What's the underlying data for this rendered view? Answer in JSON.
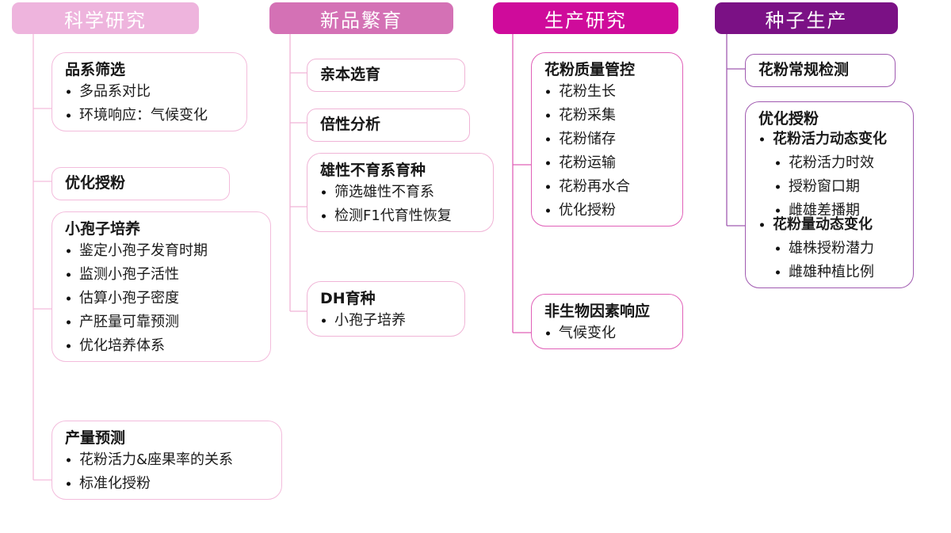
{
  "diagram": {
    "title_chain": "科学研究 → 新品繁育 → 生产研究 → 种子生产",
    "colors": {
      "col1_header_bg": "#eeb4dd",
      "col2_header_bg": "#d471b5",
      "col3_header_bg": "#cf0b9b",
      "col4_header_bg": "#7b1185",
      "col1_border": "#f3bcdc",
      "col2_border": "#f0b4d6",
      "col3_border": "#e060b8",
      "col4_border": "#a05ab0",
      "header_text": "#ffffff",
      "body_text": "#161616",
      "bullet": "#111111"
    }
  },
  "columns": [
    {
      "key": "science_research",
      "header": "科学研究",
      "nodes": [
        {
          "key": "line_screening",
          "title": "品系筛选",
          "items": [
            {
              "text": "多品系对比",
              "bold": false
            },
            {
              "text": "环境响应：气候变化",
              "bold": false
            }
          ]
        },
        {
          "key": "optimize_pollination",
          "title": "优化授粉",
          "items": []
        },
        {
          "key": "microspore_culture",
          "title": "小孢子培养",
          "items": [
            {
              "text": "鉴定小孢子发育时期",
              "bold": false
            },
            {
              "text": "监测小孢子活性",
              "bold": false
            },
            {
              "text": "估算小孢子密度",
              "bold": false
            },
            {
              "text": "产胚量可靠预测",
              "bold": false
            },
            {
              "text": "优化培养体系",
              "bold": false
            }
          ]
        },
        {
          "key": "yield_prediction",
          "title": "产量预测",
          "items": [
            {
              "text": "花粉活力&座果率的关系",
              "bold": false
            },
            {
              "text": "标准化授粉",
              "bold": false
            }
          ]
        }
      ]
    },
    {
      "key": "new_variety_breeding",
      "header": "新品繁育",
      "nodes": [
        {
          "key": "parent_selection",
          "title": "亲本选育",
          "items": []
        },
        {
          "key": "ploidy_analysis",
          "title": "倍性分析",
          "items": []
        },
        {
          "key": "male_sterile_breeding",
          "title": "雄性不育系育种",
          "items": [
            {
              "text": "筛选雄性不育系",
              "bold": false
            },
            {
              "text": "检测F1代育性恢复",
              "bold": false
            }
          ]
        },
        {
          "key": "dh_breeding",
          "title": "DH育种",
          "items": [
            {
              "text": "小孢子培养",
              "bold": false
            }
          ]
        }
      ]
    },
    {
      "key": "production_research",
      "header": "生产研究",
      "nodes": [
        {
          "key": "pollen_quality_control",
          "title": "花粉质量管控",
          "items": [
            {
              "text": "花粉生长",
              "bold": false
            },
            {
              "text": "花粉采集",
              "bold": false
            },
            {
              "text": "花粉储存",
              "bold": false
            },
            {
              "text": "花粉运输",
              "bold": false
            },
            {
              "text": "花粉再水合",
              "bold": false
            },
            {
              "text": "优化授粉",
              "bold": false
            }
          ]
        },
        {
          "key": "abiotic_response",
          "title": "非生物因素响应",
          "items": [
            {
              "text": "气候变化",
              "bold": false
            }
          ]
        }
      ]
    },
    {
      "key": "seed_production",
      "header": "种子生产",
      "nodes": [
        {
          "key": "pollen_routine_test",
          "title": "花粉常规检测",
          "items": []
        },
        {
          "key": "optimize_pollination_sp",
          "title": "优化授粉",
          "groups": [
            {
              "label": "花粉活力动态变化",
              "bold": true,
              "sub": [
                "花粉活力时效",
                "授粉窗口期",
                "雌雄差播期"
              ]
            },
            {
              "label": "花粉量动态变化",
              "bold": true,
              "sub": [
                "雄株授粉潜力",
                "雌雄种植比例"
              ]
            }
          ]
        }
      ]
    }
  ]
}
